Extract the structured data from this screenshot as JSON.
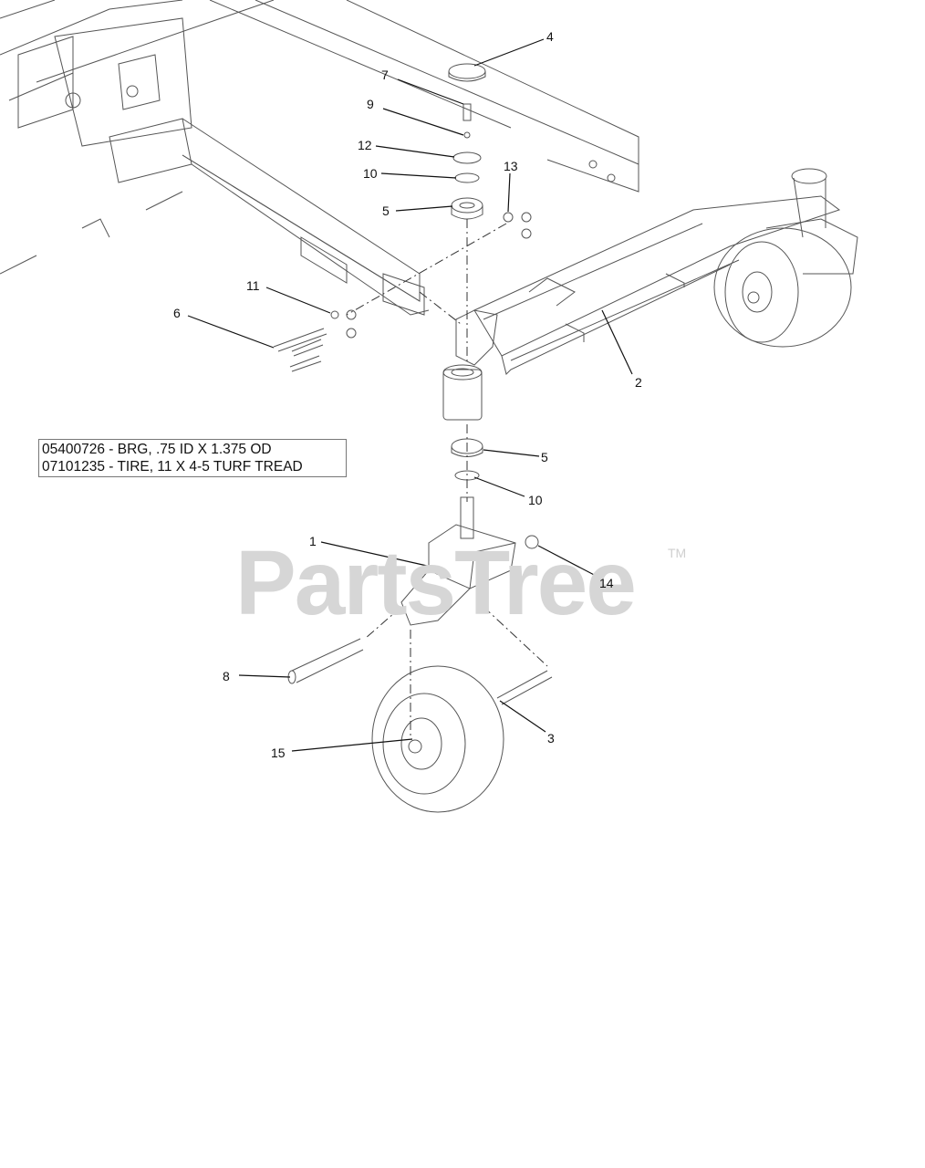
{
  "watermark": {
    "text": "PartsTree",
    "tm": "TM"
  },
  "legend": {
    "lines": [
      "05400726 - BRG, .75 ID X 1.375 OD",
      "07101235 - TIRE, 11 X 4-5 TURF TREAD"
    ]
  },
  "callouts": {
    "c1": "1",
    "c2": "2",
    "c3": "3",
    "c4": "4",
    "c5a": "5",
    "c5b": "5",
    "c6": "6",
    "c7": "7",
    "c8": "8",
    "c9": "9",
    "c10a": "10",
    "c10b": "10",
    "c11": "11",
    "c12": "12",
    "c13": "13",
    "c14": "14",
    "c15": "15"
  }
}
